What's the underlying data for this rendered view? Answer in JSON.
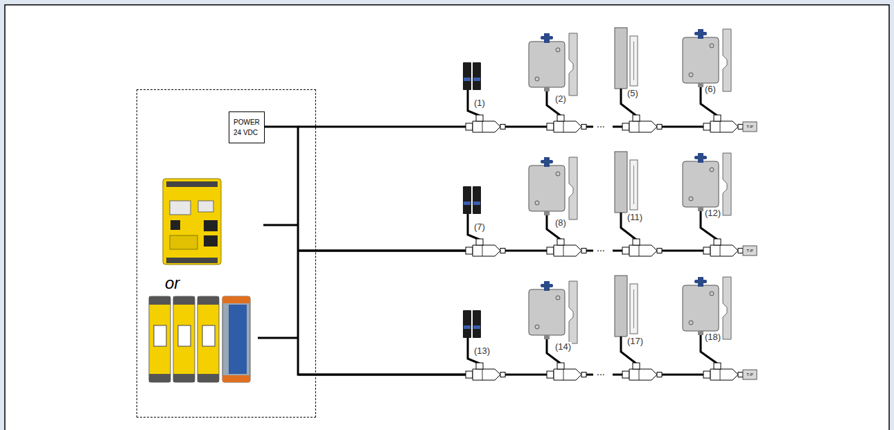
{
  "diagram": {
    "nodes": [
      {
        "text": [
          "or"
        ]
      },
      {
        "text": [
          "POWER 24 VDC"
        ],
        "in": 0
      }
    ],
    "labels": [
      "(1)",
      "(2)",
      "...",
      "(5)",
      "(6)",
      "T-P",
      "(7)",
      "(8)",
      "...",
      "(11)",
      "(12)",
      "T-P",
      "(13)",
      "(14)",
      "...",
      "(17)",
      "(18)",
      "T-P"
    ]
  }
}
